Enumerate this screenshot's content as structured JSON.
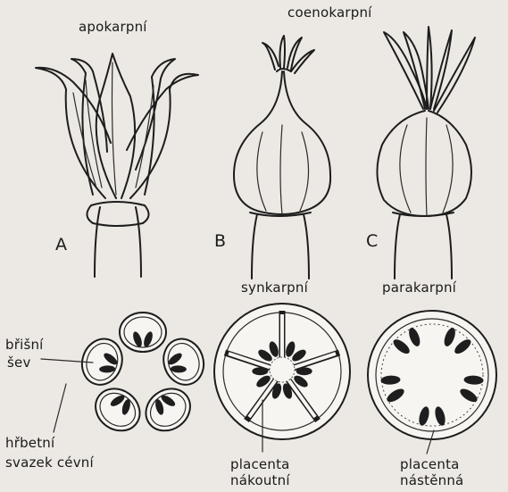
{
  "labels": {
    "apokarpni": "apokarpní",
    "coenokarpni": "coenokarpní",
    "letter_a": "A",
    "letter_b": "B",
    "letter_c": "C",
    "synkarpni": "synkarpní",
    "parakarpni": "parakarpní",
    "brisni": "břišní",
    "sev": "šev",
    "hrbetni": "hřbetní",
    "svazek_cevni": "svazek cévní",
    "placenta_1": "placenta",
    "nakoutni": "nákoutní",
    "placenta_2": "placenta",
    "nastenna": "nástěnná"
  },
  "colors": {
    "ink": "#1d1d1d",
    "paper": "#ece9e4"
  }
}
